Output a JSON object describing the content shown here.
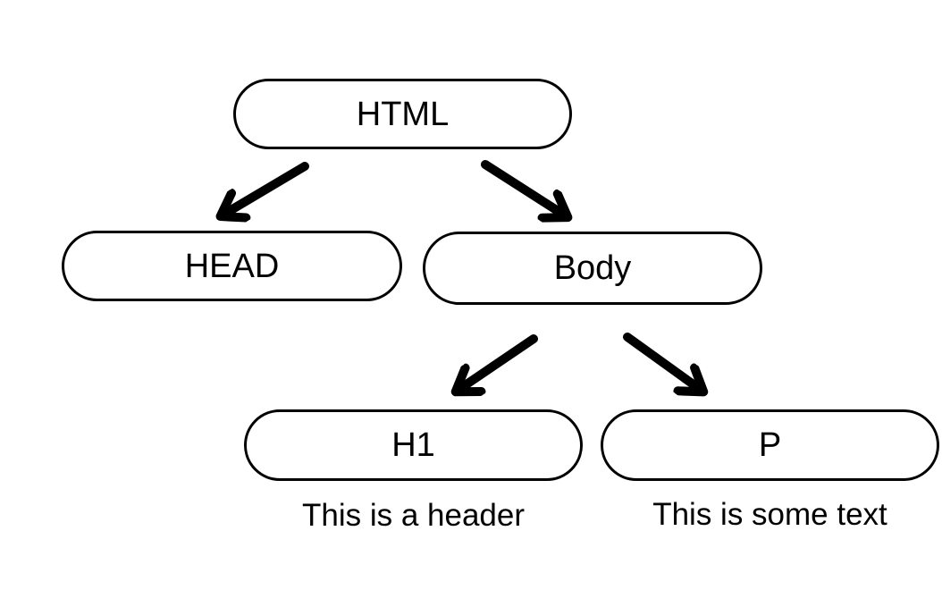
{
  "colors": {
    "stroke": "#000000",
    "text": "#000000",
    "background": "#ffffff"
  },
  "nodes": [
    {
      "id": "html",
      "label": "HTML"
    },
    {
      "id": "head",
      "label": "HEAD"
    },
    {
      "id": "body",
      "label": "Body"
    },
    {
      "id": "h1",
      "label": "H1"
    },
    {
      "id": "p",
      "label": "P"
    }
  ],
  "captions": [
    {
      "node": "h1",
      "text": "This is a header"
    },
    {
      "node": "p",
      "text": "This is some text"
    }
  ],
  "edges": [
    {
      "from": "HTML",
      "to": "HEAD"
    },
    {
      "from": "HTML",
      "to": "Body"
    },
    {
      "from": "Body",
      "to": "H1"
    },
    {
      "from": "Body",
      "to": "P"
    }
  ]
}
